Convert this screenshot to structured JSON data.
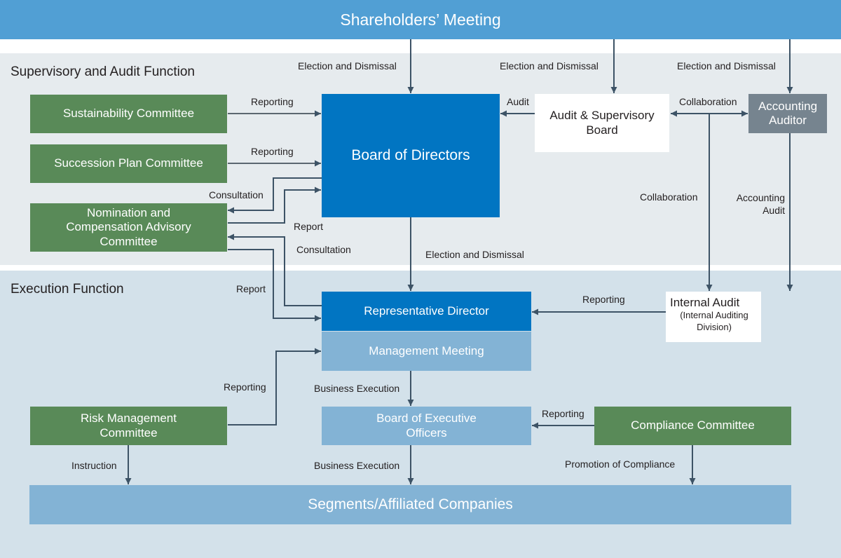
{
  "header": {
    "title": "Shareholders’ Meeting"
  },
  "zones": {
    "supervisory": "Supervisory and Audit Function",
    "execution": "Execution Function"
  },
  "boxes": {
    "sustainability": "Sustainability Committee",
    "succession": "Succession Plan Committee",
    "nomination": "Nomination and Compensation Advisory Committee",
    "board_of_directors": "Board of Directors",
    "audit_board": "Audit & Supervisory Board",
    "accounting_auditor": "Accounting Auditor",
    "representative_director": "Representative Director",
    "management_meeting": "Management Meeting",
    "internal_audit": "Internal Audit",
    "internal_audit_sub": "(Internal Auditing Division)",
    "risk_management": "Risk Management Committee",
    "executive_officers": "Board of Executive Officers",
    "compliance": "Compliance Committee",
    "segments": "Segments/Affiliated Companies"
  },
  "labels": {
    "election_1": "Election and Dismissal",
    "election_2": "Election and Dismissal",
    "election_3": "Election and Dismissal",
    "election_4": "Election and Dismissal",
    "reporting_sustainability": "Reporting",
    "reporting_succession": "Reporting",
    "consultation_1": "Consultation",
    "report_1": "Report",
    "consultation_2": "Consultation",
    "report_2": "Report",
    "audit": "Audit",
    "collaboration_h": "Collaboration",
    "collaboration_v": "Collaboration",
    "accounting_audit": "Accounting Audit",
    "reporting_internal": "Reporting",
    "reporting_risk": "Reporting",
    "business_execution_1": "Business Execution",
    "business_execution_2": "Business Execution",
    "reporting_compliance": "Reporting",
    "instruction": "Instruction",
    "promotion_compliance": "Promotion of Compliance"
  },
  "colors": {
    "header": "#519fd4",
    "committee_green": "#598a58",
    "board_blue": "#0175c2",
    "light_blue": "#83b3d5",
    "auditor_gray": "#76848f",
    "arrow": "#3d5366"
  }
}
